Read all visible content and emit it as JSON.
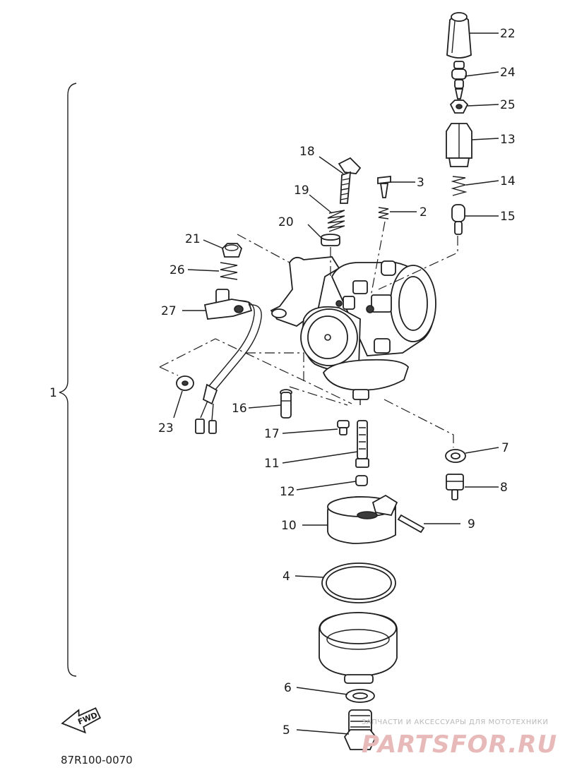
{
  "diagram": {
    "callouts": {
      "c1": "1",
      "c2": "2",
      "c3": "3",
      "c4": "4",
      "c5": "5",
      "c6": "6",
      "c7": "7",
      "c8": "8",
      "c9": "9",
      "c10": "10",
      "c11": "11",
      "c12": "12",
      "c13": "13",
      "c14": "14",
      "c15": "15",
      "c16": "16",
      "c17": "17",
      "c18": "18",
      "c19": "19",
      "c20": "20",
      "c21": "21",
      "c22": "22",
      "c23": "23",
      "c24": "24",
      "c25": "25",
      "c26": "26",
      "c27": "27"
    },
    "fwd_label": "FWD",
    "drawing_code": "87R100-0070"
  },
  "watermark": {
    "tagline": "ЗАПЧАСТИ И АКСЕССУАРЫ ДЛЯ МОТОТЕХНИКИ",
    "brand": "PARTSFOR.RU"
  }
}
